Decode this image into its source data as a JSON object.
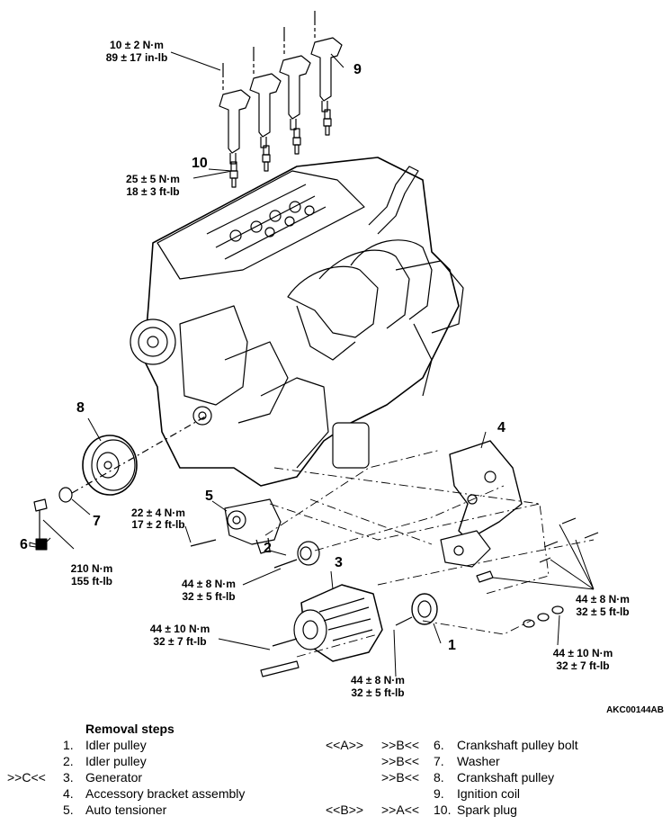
{
  "callouts": {
    "c1": "1",
    "c2": "2",
    "c3": "3",
    "c4": "4",
    "c5": "5",
    "c6": "6",
    "c7": "7",
    "c8": "8",
    "c9": "9",
    "c10": "10"
  },
  "torques": {
    "t_coil": [
      "10 ± 2 N·m",
      "89 ± 17 in-lb"
    ],
    "t_plug": [
      "25 ± 5 N·m",
      "18 ± 3 ft-lb"
    ],
    "t_tensioner": [
      "22 ± 4 N·m",
      "17 ± 2 ft-lb"
    ],
    "t_crank": [
      "210 N·m",
      "155 ft-lb"
    ],
    "t_idler2": [
      "44 ± 8 N·m",
      "32 ± 5 ft-lb"
    ],
    "t_generator": [
      "44 ± 10 N·m",
      "32 ± 7 ft-lb"
    ],
    "t_idler1": [
      "44 ± 8 N·m",
      "32 ± 5 ft-lb"
    ],
    "t_bracket": [
      "44 ± 8 N·m",
      "32 ± 5 ft-lb"
    ],
    "t_bracket2": [
      "44 ± 10 N·m",
      "32 ± 7 ft-lb"
    ]
  },
  "figure_id": "AKC00144AB",
  "removal": {
    "title": "Removal steps",
    "left": [
      {
        "mark": "",
        "num": "1.",
        "label": "Idler pulley"
      },
      {
        "mark": "",
        "num": "2.",
        "label": "Idler pulley"
      },
      {
        "mark": ">>C<<",
        "num": "3.",
        "label": "Generator"
      },
      {
        "mark": "",
        "num": "4.",
        "label": "Accessory bracket assembly"
      },
      {
        "mark": "",
        "num": "5.",
        "label": "Auto tensioner"
      }
    ],
    "right": [
      {
        "mark1": "<<A>>",
        "mark2": ">>B<<",
        "num": "6.",
        "label": "Crankshaft pulley bolt"
      },
      {
        "mark1": "",
        "mark2": ">>B<<",
        "num": "7.",
        "label": "Washer"
      },
      {
        "mark1": "",
        "mark2": ">>B<<",
        "num": "8.",
        "label": "Crankshaft pulley"
      },
      {
        "mark1": "",
        "mark2": "",
        "num": "9.",
        "label": "Ignition coil"
      },
      {
        "mark1": "<<B>>",
        "mark2": ">>A<<",
        "num": "10.",
        "label": "Spark plug"
      }
    ]
  }
}
